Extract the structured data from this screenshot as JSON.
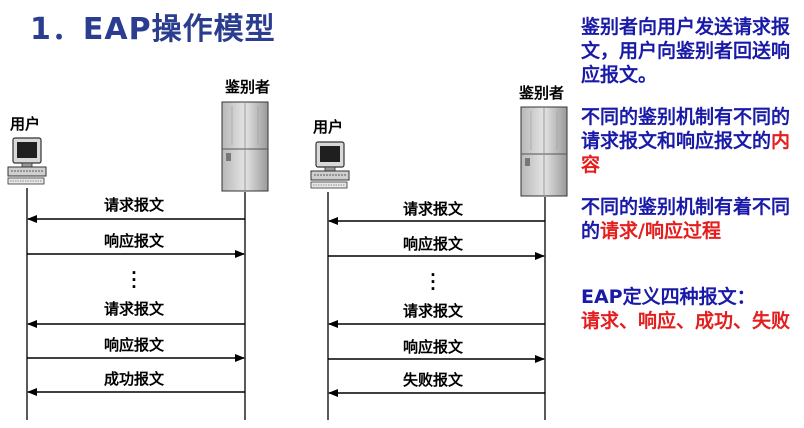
{
  "title": "1．EAP操作模型",
  "diagram_left": {
    "user_label": "用户",
    "server_label": "鉴别者",
    "messages": [
      "请求报文",
      "响应报文",
      "⋮",
      "请求报文",
      "响应报文",
      "成功报文"
    ]
  },
  "diagram_right": {
    "user_label": "用户",
    "server_label": "鉴别者",
    "messages": [
      "请求报文",
      "响应报文",
      "⋮",
      "请求报文",
      "响应报文",
      "失败报文"
    ]
  },
  "notes": {
    "n1": "鉴别者向用户发送请求报文，用户向鉴别者回送响应报文。",
    "n2_a": "不同的鉴别机制有不同的请求报文和响应报文的",
    "n2_b": "内容",
    "n3_a": "不同的鉴别机制有着不同的",
    "n3_b": "请求/响应过程",
    "n4_a": "EAP定义四种报文：",
    "n4_b": "请求、响应、成功、失败"
  },
  "colors": {
    "title": "#2b3d8f",
    "note_blue": "#1a1aa8",
    "note_red": "#e41e1e"
  }
}
